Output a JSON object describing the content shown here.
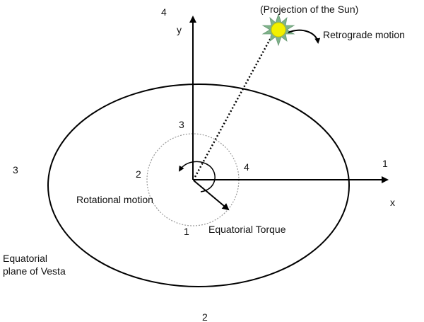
{
  "labels": {
    "sun_caption": "(Projection of the Sun)",
    "retrograde": "Retrograde motion",
    "rotational": "Rotational motion",
    "torque": "Equatorial Torque",
    "plane_line1": "Equatorial",
    "plane_line2": "plane of Vesta",
    "axis_x": "x",
    "axis_y": "y"
  },
  "outer_numbers": {
    "top": "4",
    "right": "1",
    "left": "3",
    "bottom": "2"
  },
  "inner_numbers": {
    "top": "3",
    "right": "4",
    "left": "2",
    "bottom": "1"
  },
  "colors": {
    "line": "#000000",
    "sun_fill": "#f2f000",
    "sun_rays": "#7fb38a",
    "dotted_circle": "#9a9a9a"
  }
}
